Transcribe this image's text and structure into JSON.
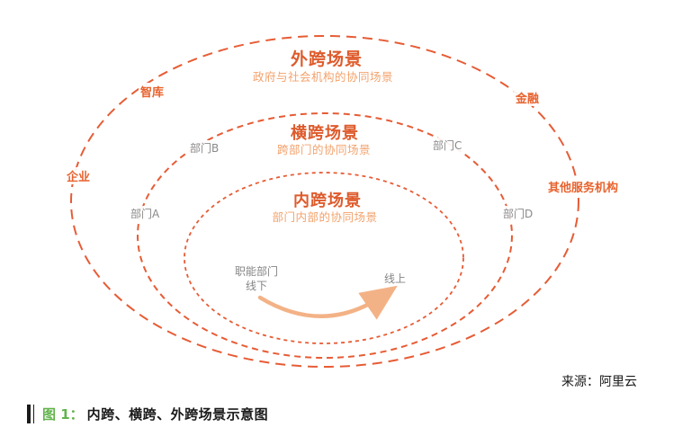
{
  "colors": {
    "ring_dash": "#E65C35",
    "ring_title": "#DE5B2C",
    "ring_subtitle": "#F2A26C",
    "external_label": "#E8622D",
    "gray_label": "#8A8A8A",
    "arrow": "#F3B286",
    "caption_green": "#62B34C",
    "caption_text": "#1A1A1A"
  },
  "diagram": {
    "rings": [
      {
        "name": "outer",
        "title": "外跨场景",
        "subtitle": "政府与社会机构的协同场景"
      },
      {
        "name": "middle",
        "title": "横跨场景",
        "subtitle": "跨部门的协同场景"
      },
      {
        "name": "inner",
        "title": "内跨场景",
        "subtitle": "部门内部的协同场景"
      }
    ],
    "external_labels": {
      "think_tank": "智库",
      "finance": "金融",
      "enterprise": "企业",
      "other_services": "其他服务机构"
    },
    "departments": {
      "a": "部门A",
      "b": "部门B",
      "c": "部门C",
      "d": "部门D"
    },
    "flow": {
      "from_line1": "职能部门",
      "from_line2": "线下",
      "to": "线上"
    }
  },
  "source_note": "来源：阿里云",
  "caption": {
    "figure_no": "图 1：",
    "title": "内跨、横跨、外跨场景示意图"
  }
}
